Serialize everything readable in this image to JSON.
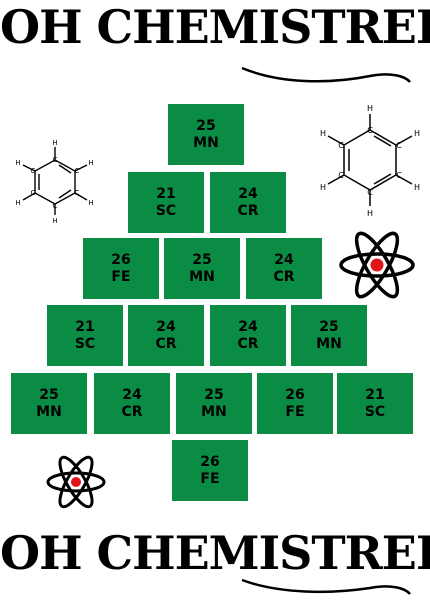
{
  "title_top": "OH CHEMISTREE",
  "title_bottom": "OH CHEMISTREE",
  "tile_color": "#0b8c44",
  "atom_nucleus_color": "#e0161d",
  "tiles": [
    {
      "number": "25",
      "symbol": "MN"
    },
    {
      "number": "21",
      "symbol": "SC"
    },
    {
      "number": "24",
      "symbol": "CR"
    },
    {
      "number": "26",
      "symbol": "FE"
    },
    {
      "number": "25",
      "symbol": "MN"
    },
    {
      "number": "24",
      "symbol": "CR"
    },
    {
      "number": "21",
      "symbol": "SC"
    },
    {
      "number": "24",
      "symbol": "CR"
    },
    {
      "number": "24",
      "symbol": "CR"
    },
    {
      "number": "25",
      "symbol": "MN"
    },
    {
      "number": "25",
      "symbol": "MN"
    },
    {
      "number": "24",
      "symbol": "CR"
    },
    {
      "number": "25",
      "symbol": "MN"
    },
    {
      "number": "26",
      "symbol": "FE"
    },
    {
      "number": "21",
      "symbol": "SC"
    },
    {
      "number": "26",
      "symbol": "FE"
    }
  ],
  "benzene_atom_labels": {
    "carbon": "C",
    "hydrogen": "H"
  },
  "icons": [
    "benzene-molecule-icon",
    "benzene-molecule-icon",
    "atom-icon",
    "atom-icon"
  ]
}
